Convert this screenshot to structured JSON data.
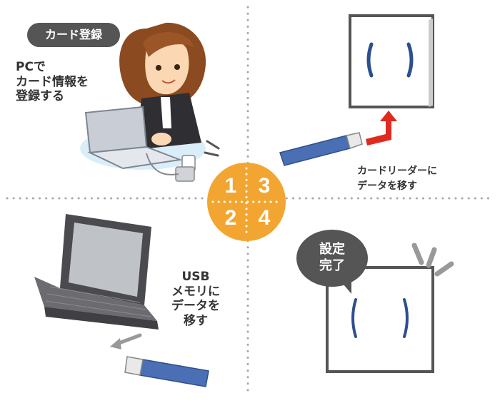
{
  "badge": {
    "label": "カード登録"
  },
  "steps": {
    "step1": {
      "lines": [
        "PCで",
        "カード情報を",
        "登録する"
      ]
    },
    "step2": {
      "lines": [
        "USB",
        "メモリに",
        "データを",
        "移す"
      ]
    },
    "step3": {
      "lines": [
        "カードリーダーに",
        "データを移す"
      ]
    },
    "step4": {
      "lines": [
        "設定",
        "完了"
      ]
    }
  },
  "numbers": [
    "1",
    "3",
    "2",
    "4"
  ],
  "colors": {
    "circle": "#f2a631",
    "divider": "#a7a7a7",
    "usb_body": "#4a6fb4",
    "arrow_red": "#e02a1f",
    "badge": "#555555"
  }
}
